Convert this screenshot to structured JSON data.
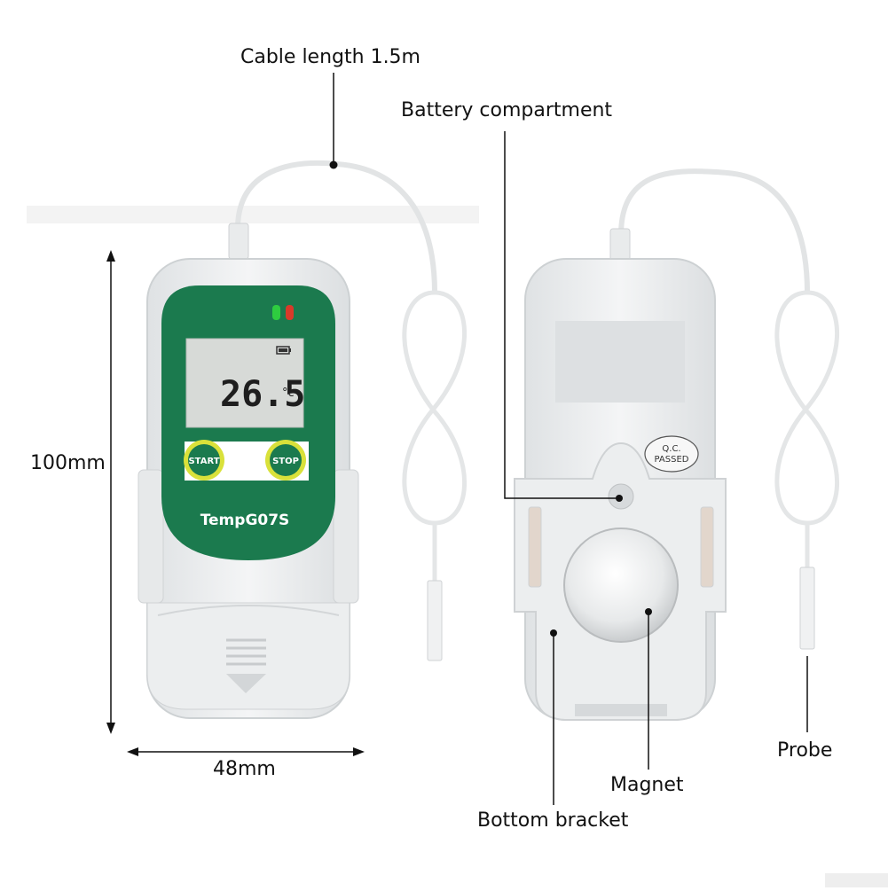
{
  "labels": {
    "cable_length": "Cable length 1.5m",
    "battery_compartment": "Battery compartment",
    "height": "100mm",
    "width": "48mm",
    "probe": "Probe",
    "magnet": "Magnet",
    "bottom_bracket": "Bottom bracket"
  },
  "device": {
    "model": "TempG07S",
    "display_value": "26.5",
    "display_unit": "°c",
    "start_button": "START",
    "stop_button": "STOP",
    "qc_line1": "Q.C.",
    "qc_line2": "PASSED"
  },
  "colors": {
    "device_green": "#1b7a4e",
    "shell_white": "#eef0f1",
    "button_yellow": "#d9e13a",
    "led_green": "#2ecc40",
    "led_red": "#d83a2a",
    "lcd": "#d7dad7"
  }
}
